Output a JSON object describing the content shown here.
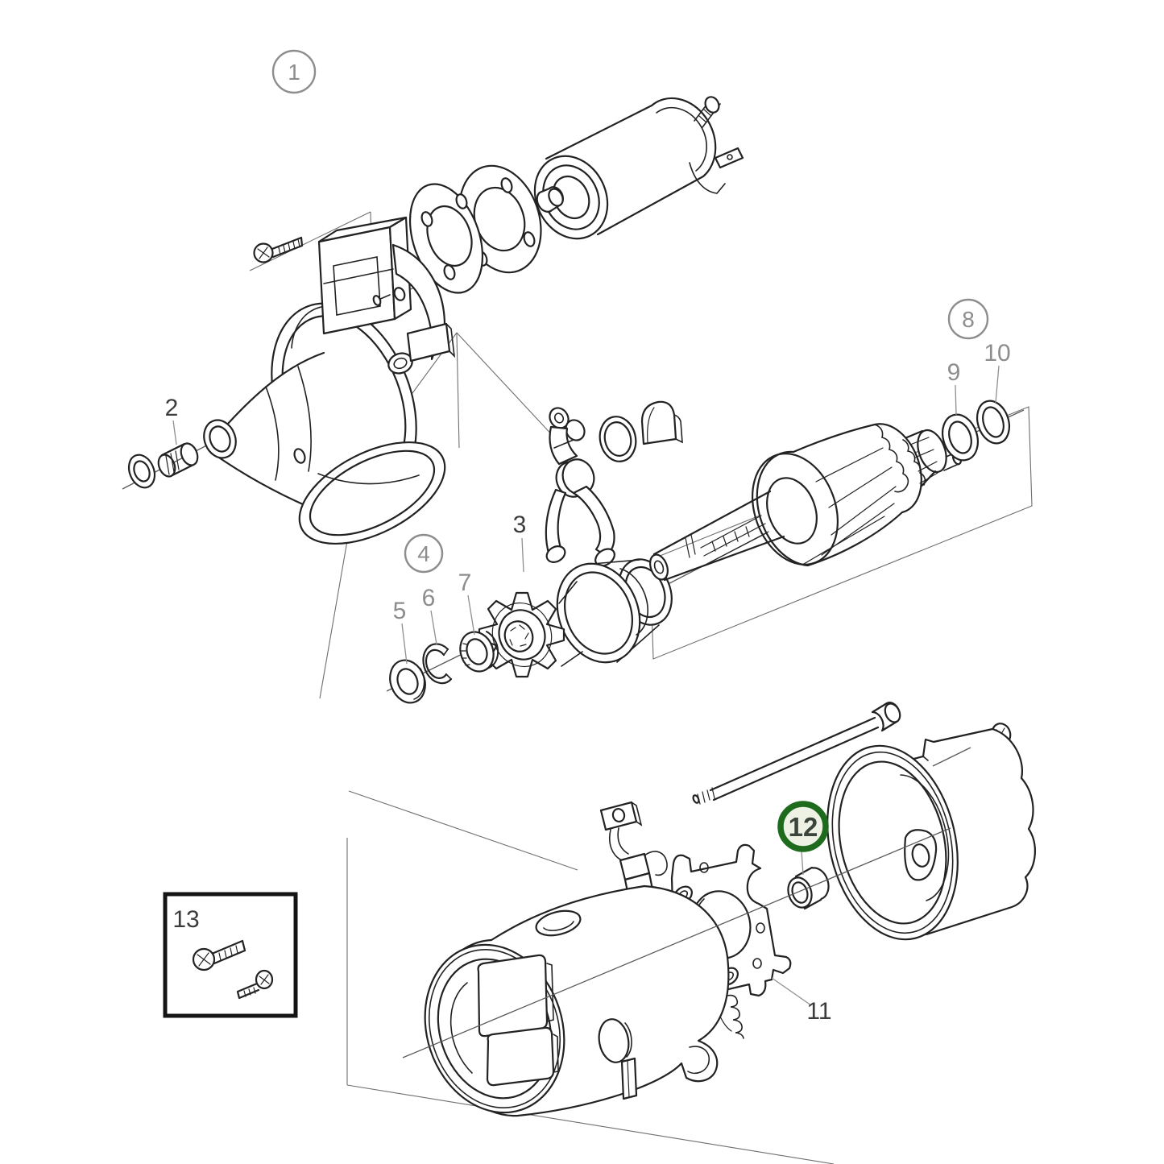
{
  "diagram": {
    "background": "#ffffff",
    "line_color": "#222222",
    "label_color_dark": "#3c3c3c",
    "label_color_gray": "#8d8d8d",
    "highlight": {
      "callout": "12",
      "ring_color": "#1e6b1e",
      "fill_color": "#edf2e5"
    },
    "callouts": {
      "c1": {
        "label": "1",
        "style": "circled-gray"
      },
      "c2": {
        "label": "2",
        "style": "plain-dark"
      },
      "c3": {
        "label": "3",
        "style": "plain-dark"
      },
      "c4": {
        "label": "4",
        "style": "circled-gray"
      },
      "c5": {
        "label": "5",
        "style": "plain-gray"
      },
      "c6": {
        "label": "6",
        "style": "plain-gray"
      },
      "c7": {
        "label": "7",
        "style": "plain-gray"
      },
      "c8": {
        "label": "8",
        "style": "circled-gray"
      },
      "c9": {
        "label": "9",
        "style": "plain-gray"
      },
      "c10": {
        "label": "10",
        "style": "plain-gray"
      },
      "c11": {
        "label": "11",
        "style": "plain-dark"
      },
      "c12": {
        "label": "12",
        "style": "circled-green-highlight"
      },
      "c13": {
        "label": "13",
        "style": "boxed-dark"
      }
    }
  }
}
